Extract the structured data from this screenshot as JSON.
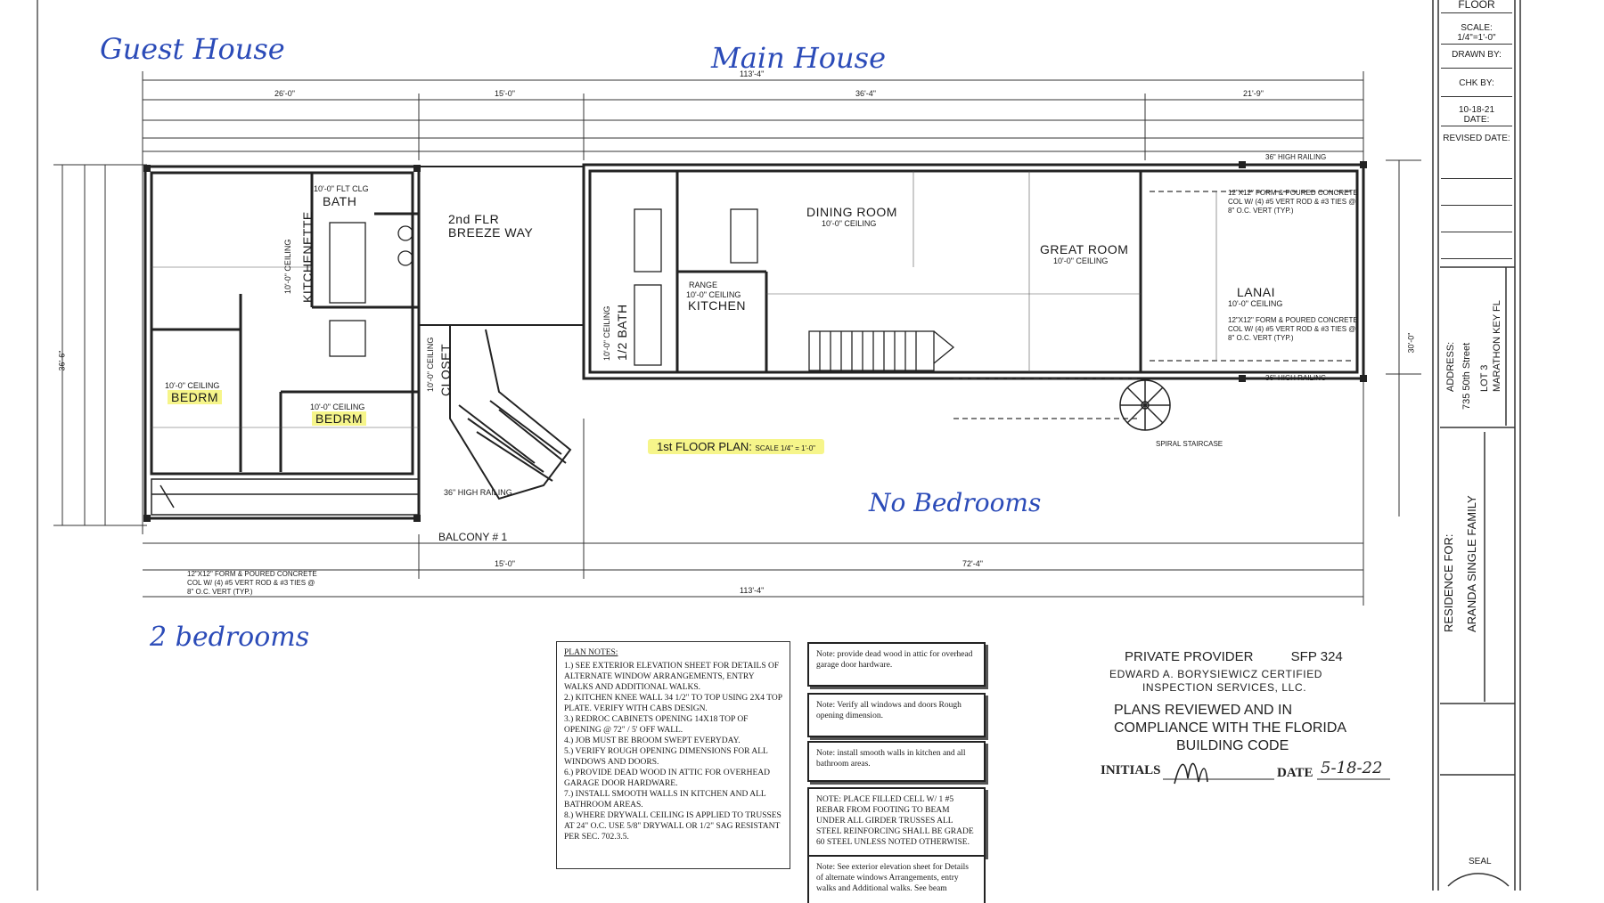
{
  "handwritten": {
    "guest_house": "Guest House",
    "main_house": "Main House",
    "no_bedrooms": "No Bedrooms",
    "two_bedrooms": "2 bedrooms"
  },
  "rooms": {
    "bath": "BATH",
    "bath_ceiling": "10'-0\" FLT CLG",
    "kitchenette": "KITCHENETTE",
    "kitchenette_ceiling": "10'-0\" CEILING",
    "breezeway": "2nd FLR BREEZE WAY",
    "bedrm1": "BEDRM",
    "bedrm1_ceiling": "10'-0\" CEILING",
    "bedrm2": "BEDRM",
    "bedrm2_ceiling": "10'-0\" CEILING",
    "closet": "CLOSET",
    "closet_ceiling": "10'-0\" CEILING",
    "balcony": "BALCONY # 1",
    "dining": "DINING ROOM",
    "dining_ceiling": "10'-0\" CEILING",
    "great": "GREAT ROOM",
    "great_ceiling": "10'-0\" CEILING",
    "lanai": "LANAI",
    "lanai_ceiling": "10'-0\" CEILING",
    "kitchen": "KITCHEN",
    "kitchen_ceiling": "10'-0\" CEILING",
    "range": "RANGE",
    "half_bath": "1/2 BATH",
    "half_bath_ceiling": "10'-0\" CEILING",
    "spiral": "SPIRAL STAIRCASE",
    "railing_36": "36\" HIGH RAILING",
    "column_note": "12\"X12\" FORM & POURED CONCRETE COL W/ (4) #5 VERT ROD & #3 TIES @ 8\" O.C. VERT (TYP.)",
    "floor_plan": "1st FLOOR PLAN:",
    "floor_plan_scale": "SCALE 1/4\" = 1'-0\""
  },
  "dimensions": {
    "overall": "113'-4\"",
    "guest_width": "26'-0\"",
    "breezeway_width": "15'-0\"",
    "main_a": "36'-4\"",
    "main_b": "21'-9\"",
    "main_c": "72'-4\"",
    "guest_depth": "36'-6\"",
    "main_depth": "30'-0\""
  },
  "plan_notes": {
    "title": "PLAN NOTES:",
    "items": [
      "1.) SEE EXTERIOR ELEVATION SHEET FOR DETAILS OF ALTERNATE WINDOW ARRANGEMENTS, ENTRY WALKS AND ADDITIONAL WALKS.",
      "2.) KITCHEN KNEE WALL 34 1/2\" TO TOP USING 2X4 TOP PLATE. VERIFY WITH CABS DESIGN.",
      "3.) REDROC CABINETS OPENING 14X18 TOP OF OPENING @ 72\" / 5' OFF WALL.",
      "4.) JOB MUST BE BROOM SWEPT EVERYDAY.",
      "5.) VERIFY ROUGH OPENING DIMENSIONS FOR ALL WINDOWS AND DOORS.",
      "6.) PROVIDE DEAD WOOD IN ATTIC FOR OVERHEAD GARAGE DOOR HARDWARE.",
      "7.) INSTALL SMOOTH WALLS IN KITCHEN AND ALL BATHROOM AREAS.",
      "8.) WHERE DRYWALL CEILING IS APPLIED TO TRUSSES AT 24\" O.C. USE 5/8\" DRYWALL OR 1/2\" SAG RESISTANT PER SEC. 702.3.5."
    ]
  },
  "notes": {
    "n1": "Note: provide dead wood in attic for overhead garage door hardware.",
    "n2": "Note: Verify all windows and doors Rough opening dimension.",
    "n3": "Note: install smooth walls in kitchen and all bathroom areas.",
    "n4": "NOTE: PLACE FILLED CELL W/ 1 #5 REBAR FROM FOOTING TO BEAM UNDER ALL GIRDER TRUSSES ALL STEEL REINFORCING SHALL BE GRADE 60 STEEL UNLESS NOTED OTHERWISE.",
    "n5": "Note: See exterior elevation sheet for Details of alternate windows Arrangements, entry walks and Additional walks. See beam"
  },
  "stamp": {
    "line1": "PRIVATE PROVIDER",
    "line1b": "SFP 324",
    "line2": "EDWARD A. BORYSIEWICZ CERTIFIED",
    "line3": "INSPECTION SERVICES, LLC.",
    "line4": "PLANS REVIEWED AND IN",
    "line5": "COMPLIANCE WITH THE FLORIDA",
    "line6": "BUILDING CODE",
    "initials_label": "INITIALS",
    "date_label": "DATE",
    "date_value": "5-18-22"
  },
  "title_block": {
    "floor": "FLOOR",
    "scale_label": "SCALE:",
    "scale_value": "1/4\"=1'-0\"",
    "drawn_label": "DRAWN BY:",
    "chk_label": "CHK BY:",
    "date_value": "10-18-21",
    "date_label": "DATE:",
    "revised_label": "REVISED DATE:",
    "address_label": "ADDRESS:",
    "address_line1": "735 50th Street",
    "address_line2": "LOT 3",
    "address_line3": "MARATHON KEY FL",
    "residence_label": "RESIDENCE FOR:",
    "residence_line1": "ARANDA SINGLE FAMILY",
    "seal": "SEAL"
  }
}
